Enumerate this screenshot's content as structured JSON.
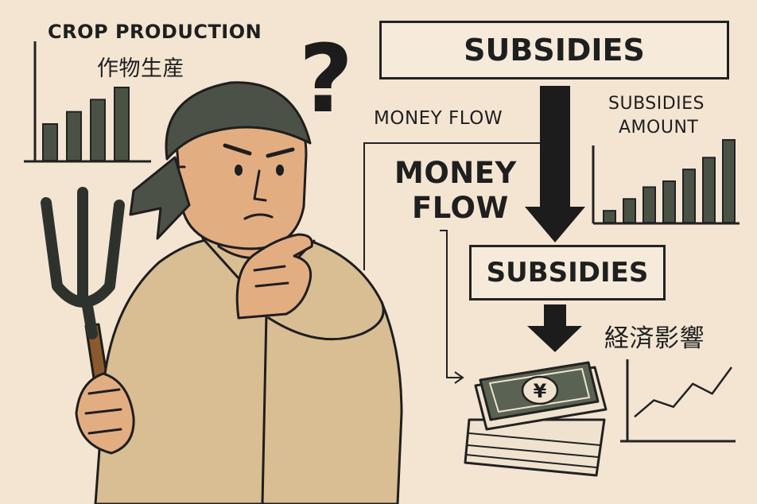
{
  "colors": {
    "background": "#f3e5d2",
    "ink": "#222222",
    "bar_fill": "#4a5246",
    "shirt": "#d9bd93",
    "skin": "#e3ad82",
    "bandana": "#4b5147",
    "money": "#5a6353"
  },
  "labels": {
    "crop_production_en": "CROP PRODUCTION",
    "crop_production_jp": "作物生産",
    "subsidies_top": "SUBSIDIES",
    "money_flow_small": "MONEY FLOW",
    "money_flow_big_line1": "MONEY",
    "money_flow_big_line2": "FLOW",
    "subsidies_amount_line1": "SUBSIDIES",
    "subsidies_amount_line2": "AMOUNT",
    "subsidies_middle": "SUBSIDIES",
    "economic_impact_jp": "経済影響",
    "question_mark": "?",
    "currency_symbol": "¥"
  },
  "chart_data": [
    {
      "type": "bar",
      "title": "CROP PRODUCTION 作物生産",
      "values": [
        3,
        4,
        5,
        6
      ]
    },
    {
      "type": "bar",
      "title": "SUBSIDIES AMOUNT",
      "values": [
        1,
        2,
        3,
        3.5,
        4.5,
        5.5,
        7
      ]
    },
    {
      "type": "line",
      "title": "経済影響",
      "values": [
        1,
        2,
        1.6,
        3,
        2.4,
        4
      ]
    }
  ],
  "icons": [
    "pitchfork-icon",
    "question-mark-icon",
    "down-arrow-icon",
    "yen-banknote-stack-icon",
    "flow-arrow-icon"
  ]
}
